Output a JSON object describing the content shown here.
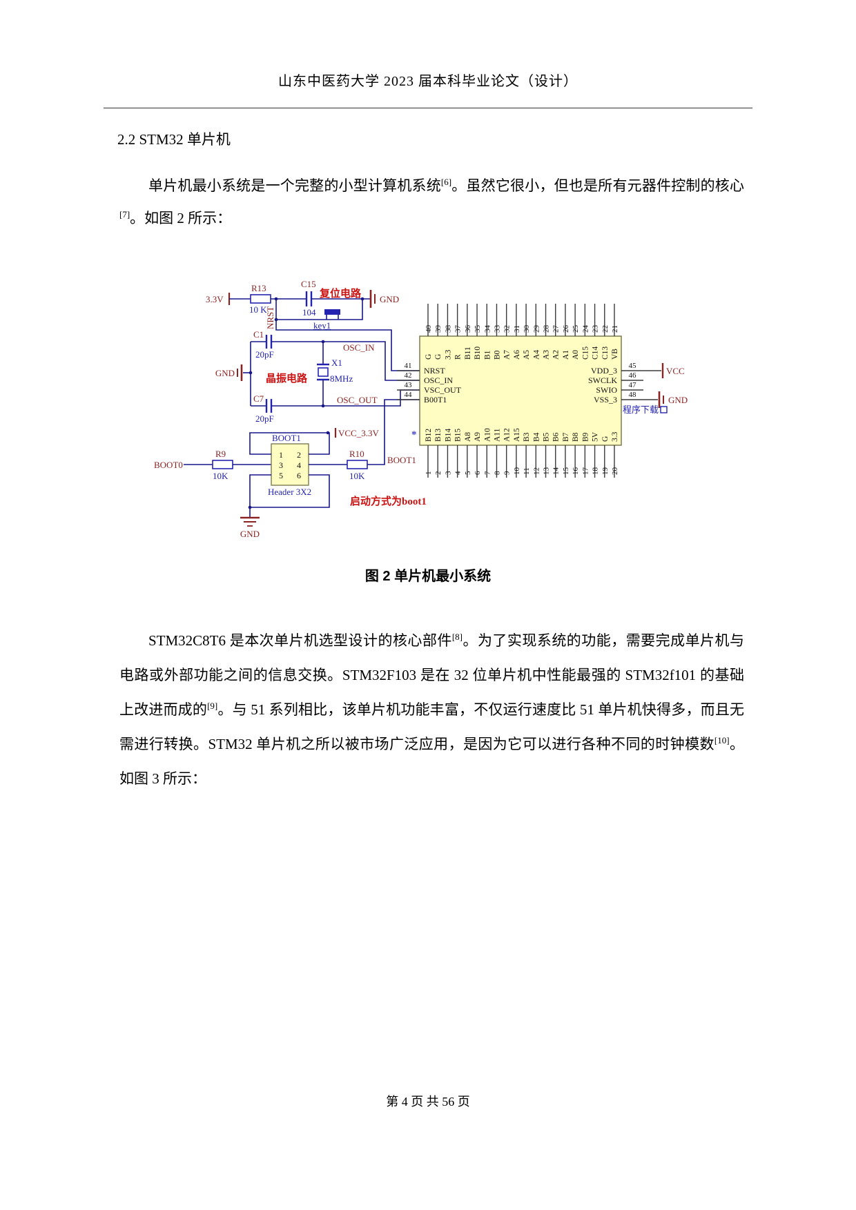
{
  "page": {
    "header": "山东中医药大学 2023 届本科毕业论文（设计）",
    "section_heading": "2.2 STM32 单片机",
    "para1": [
      {
        "t": "单片机最小系统是一个完整的小型计算机系统"
      },
      {
        "sup": "[6]"
      },
      {
        "t": "。虽然它很小，但也是所有元器件控制的核心"
      },
      {
        "sup": "[7]"
      },
      {
        "t": "。如图 2 所示："
      }
    ],
    "figure_caption": "图 2  单片机最小系统",
    "para2": [
      {
        "t": "STM32C8T6 是本次单片机选型设计的核心部件"
      },
      {
        "sup": "[8]"
      },
      {
        "t": "。为了实现系统的功能，需要完成单片机与电路或外部功能之间的信息交换。STM32F103 是在 32 位单片机中性能最强的 STM32f101 的基础上改进而成的"
      },
      {
        "sup": "[9]"
      },
      {
        "t": "。与 51 系列相比，该单片机功能丰富，不仅运行速度比 51 单片机快得多，而且无需进行转换。STM32 单片机之所以被市场广泛应用，是因为它可以进行各种不同的时钟模数"
      },
      {
        "sup": "[10]"
      },
      {
        "t": "。如图 3 所示："
      }
    ],
    "footer": "第 4 页 共 56 页"
  },
  "diagram": {
    "reset": {
      "v33": "3.3V",
      "r13": "R13",
      "r13_value": "10 K",
      "nrst": "NRST",
      "c15": "C15",
      "c15_value": "104",
      "title": "复位电路",
      "key": "key1",
      "gnd": "GND"
    },
    "crystal": {
      "c1": "C1",
      "c1_value": "20pF",
      "c7": "C7",
      "c7_value": "20pF",
      "x1": "X1",
      "freq": "8MHz",
      "title": "晶振电路",
      "gnd": "GND",
      "osc_in": "OSC_IN",
      "osc_out": "OSC_OUT"
    },
    "boot": {
      "boot0": "BOOT0",
      "r9": "R9",
      "r9_value": "10K",
      "r10": "R10",
      "r10_value": "10K",
      "header_label": "BOOT1",
      "header_name": "Header 3X2",
      "pins": [
        "1",
        "2",
        "3",
        "4",
        "5",
        "6"
      ],
      "vcc": "VCC_3.3V",
      "boot1": "BOOT1",
      "note": "启动方式为boot1",
      "gnd": "GND"
    },
    "mcu": {
      "top_pins": [
        {
          "num": "40",
          "label": "G"
        },
        {
          "num": "39",
          "label": "G"
        },
        {
          "num": "38",
          "label": "3.3"
        },
        {
          "num": "37",
          "label": "R"
        },
        {
          "num": "36",
          "label": "B11"
        },
        {
          "num": "35",
          "label": "B10"
        },
        {
          "num": "34",
          "label": "B1"
        },
        {
          "num": "33",
          "label": "B0"
        },
        {
          "num": "32",
          "label": "A7"
        },
        {
          "num": "31",
          "label": "A6"
        },
        {
          "num": "30",
          "label": "A5"
        },
        {
          "num": "29",
          "label": "A4"
        },
        {
          "num": "28",
          "label": "A3"
        },
        {
          "num": "27",
          "label": "A2"
        },
        {
          "num": "26",
          "label": "A1"
        },
        {
          "num": "25",
          "label": "A0"
        },
        {
          "num": "24",
          "label": "C15"
        },
        {
          "num": "23",
          "label": "C14"
        },
        {
          "num": "22",
          "label": "C13"
        },
        {
          "num": "21",
          "label": "VB"
        }
      ],
      "bottom_pins": [
        {
          "num": "1",
          "label": "B12"
        },
        {
          "num": "2",
          "label": "B13"
        },
        {
          "num": "3",
          "label": "B14"
        },
        {
          "num": "4",
          "label": "B15"
        },
        {
          "num": "5",
          "label": "A8"
        },
        {
          "num": "6",
          "label": "A9"
        },
        {
          "num": "7",
          "label": "A10"
        },
        {
          "num": "8",
          "label": "A11"
        },
        {
          "num": "9",
          "label": "A12"
        },
        {
          "num": "10",
          "label": "A15"
        },
        {
          "num": "11",
          "label": "B3"
        },
        {
          "num": "12",
          "label": "B4"
        },
        {
          "num": "13",
          "label": "B5"
        },
        {
          "num": "14",
          "label": "B6"
        },
        {
          "num": "15",
          "label": "B7"
        },
        {
          "num": "16",
          "label": "B8"
        },
        {
          "num": "17",
          "label": "B9"
        },
        {
          "num": "18",
          "label": "5V"
        },
        {
          "num": "19",
          "label": "G"
        },
        {
          "num": "20",
          "label": "3.3"
        }
      ],
      "left_pins": [
        {
          "num": "41",
          "label": "NRST"
        },
        {
          "num": "42",
          "label": "OSC_IN"
        },
        {
          "num": "43",
          "label": "VSC_OUT"
        },
        {
          "num": "44",
          "label": "B00T1"
        }
      ],
      "right_pins": [
        {
          "num": "45",
          "label": "VDD_3",
          "net": "VCC"
        },
        {
          "num": "46",
          "label": "SWCLK",
          "net": ""
        },
        {
          "num": "47",
          "label": "SWIO",
          "net": ""
        },
        {
          "num": "48",
          "label": "VSS_3",
          "net": "GND"
        }
      ],
      "download_label": "程序下载",
      "star": "*",
      "vcc_net": "VCC",
      "gnd_net": "GND"
    },
    "colors": {
      "wire": "#16168C",
      "pin_wire": "#3A3A3A",
      "designator": "#8B2222",
      "value_blue": "#2323B0",
      "chinese_red": "#CC1111",
      "chip_fill": "#FFFDC2",
      "chip_border": "#7A7A52"
    }
  }
}
